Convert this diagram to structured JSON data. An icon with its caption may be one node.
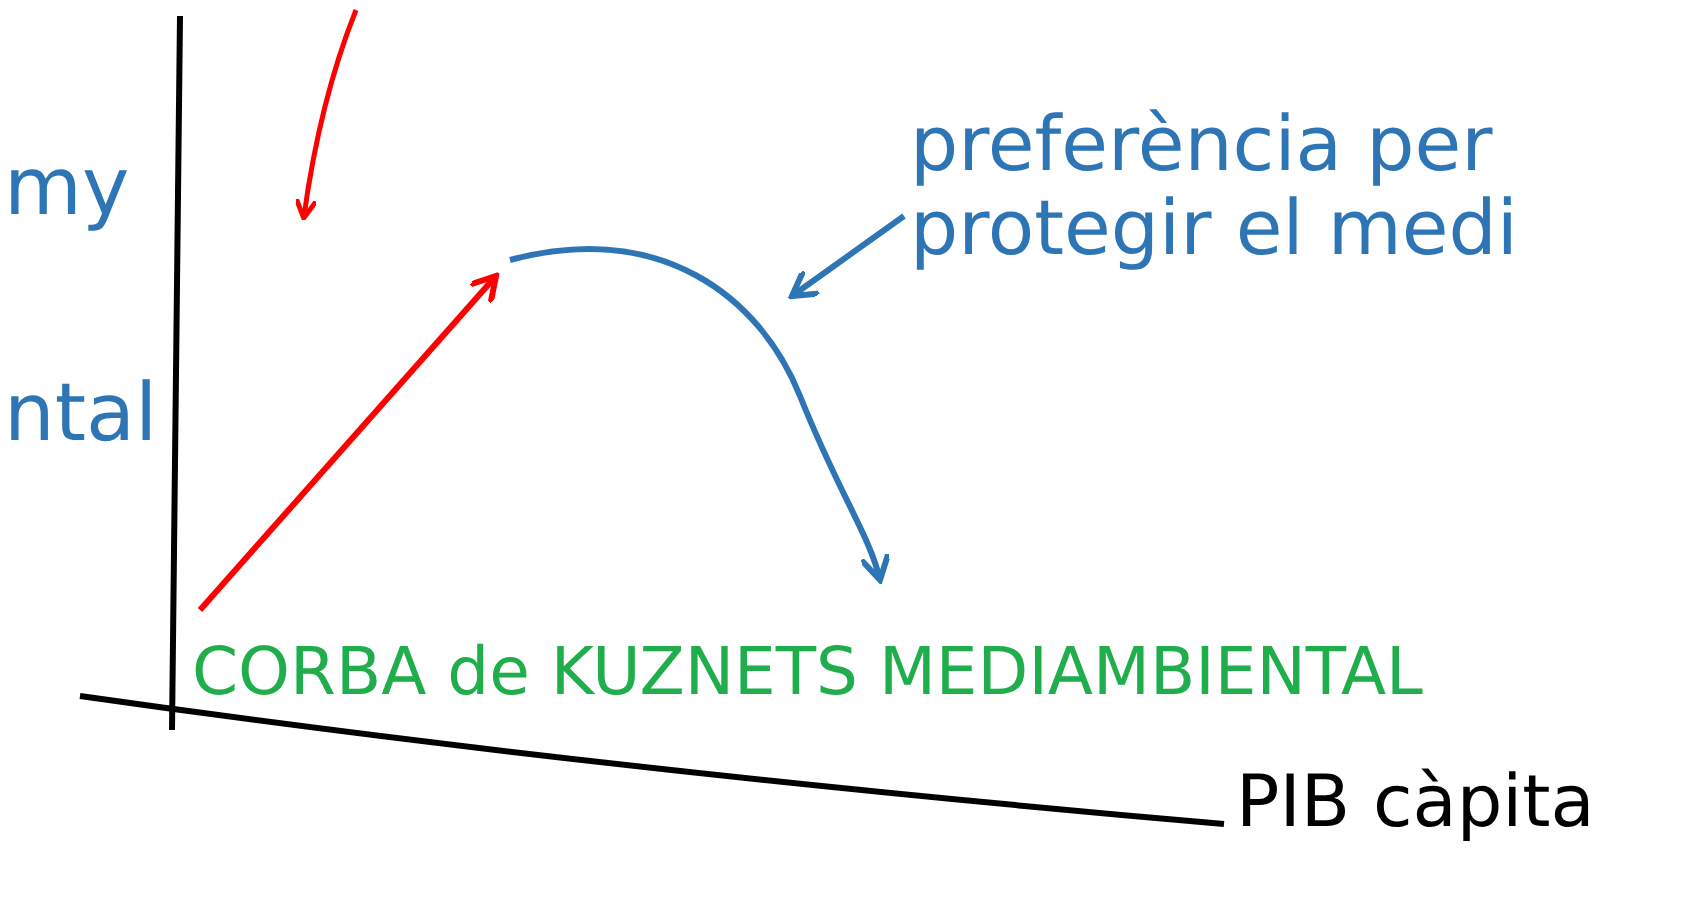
{
  "diagram": {
    "nodes": [
      {
        "text": [
          "preferència per protegir el medi"
        ]
      },
      {
        "text": [],
        "shape": "line"
      }
    ],
    "edges": [
      {
        "from": 0,
        "to": 1,
        "arrow": "to"
      },
      {
        "from": null,
        "to": 1,
        "arrow": "to",
        "color": "#ff0000"
      }
    ],
    "labels": [
      "my",
      "ntal",
      "CORBA de KUZNETS MEDIAMBIENTAL",
      "PIB càpita"
    ]
  }
}
